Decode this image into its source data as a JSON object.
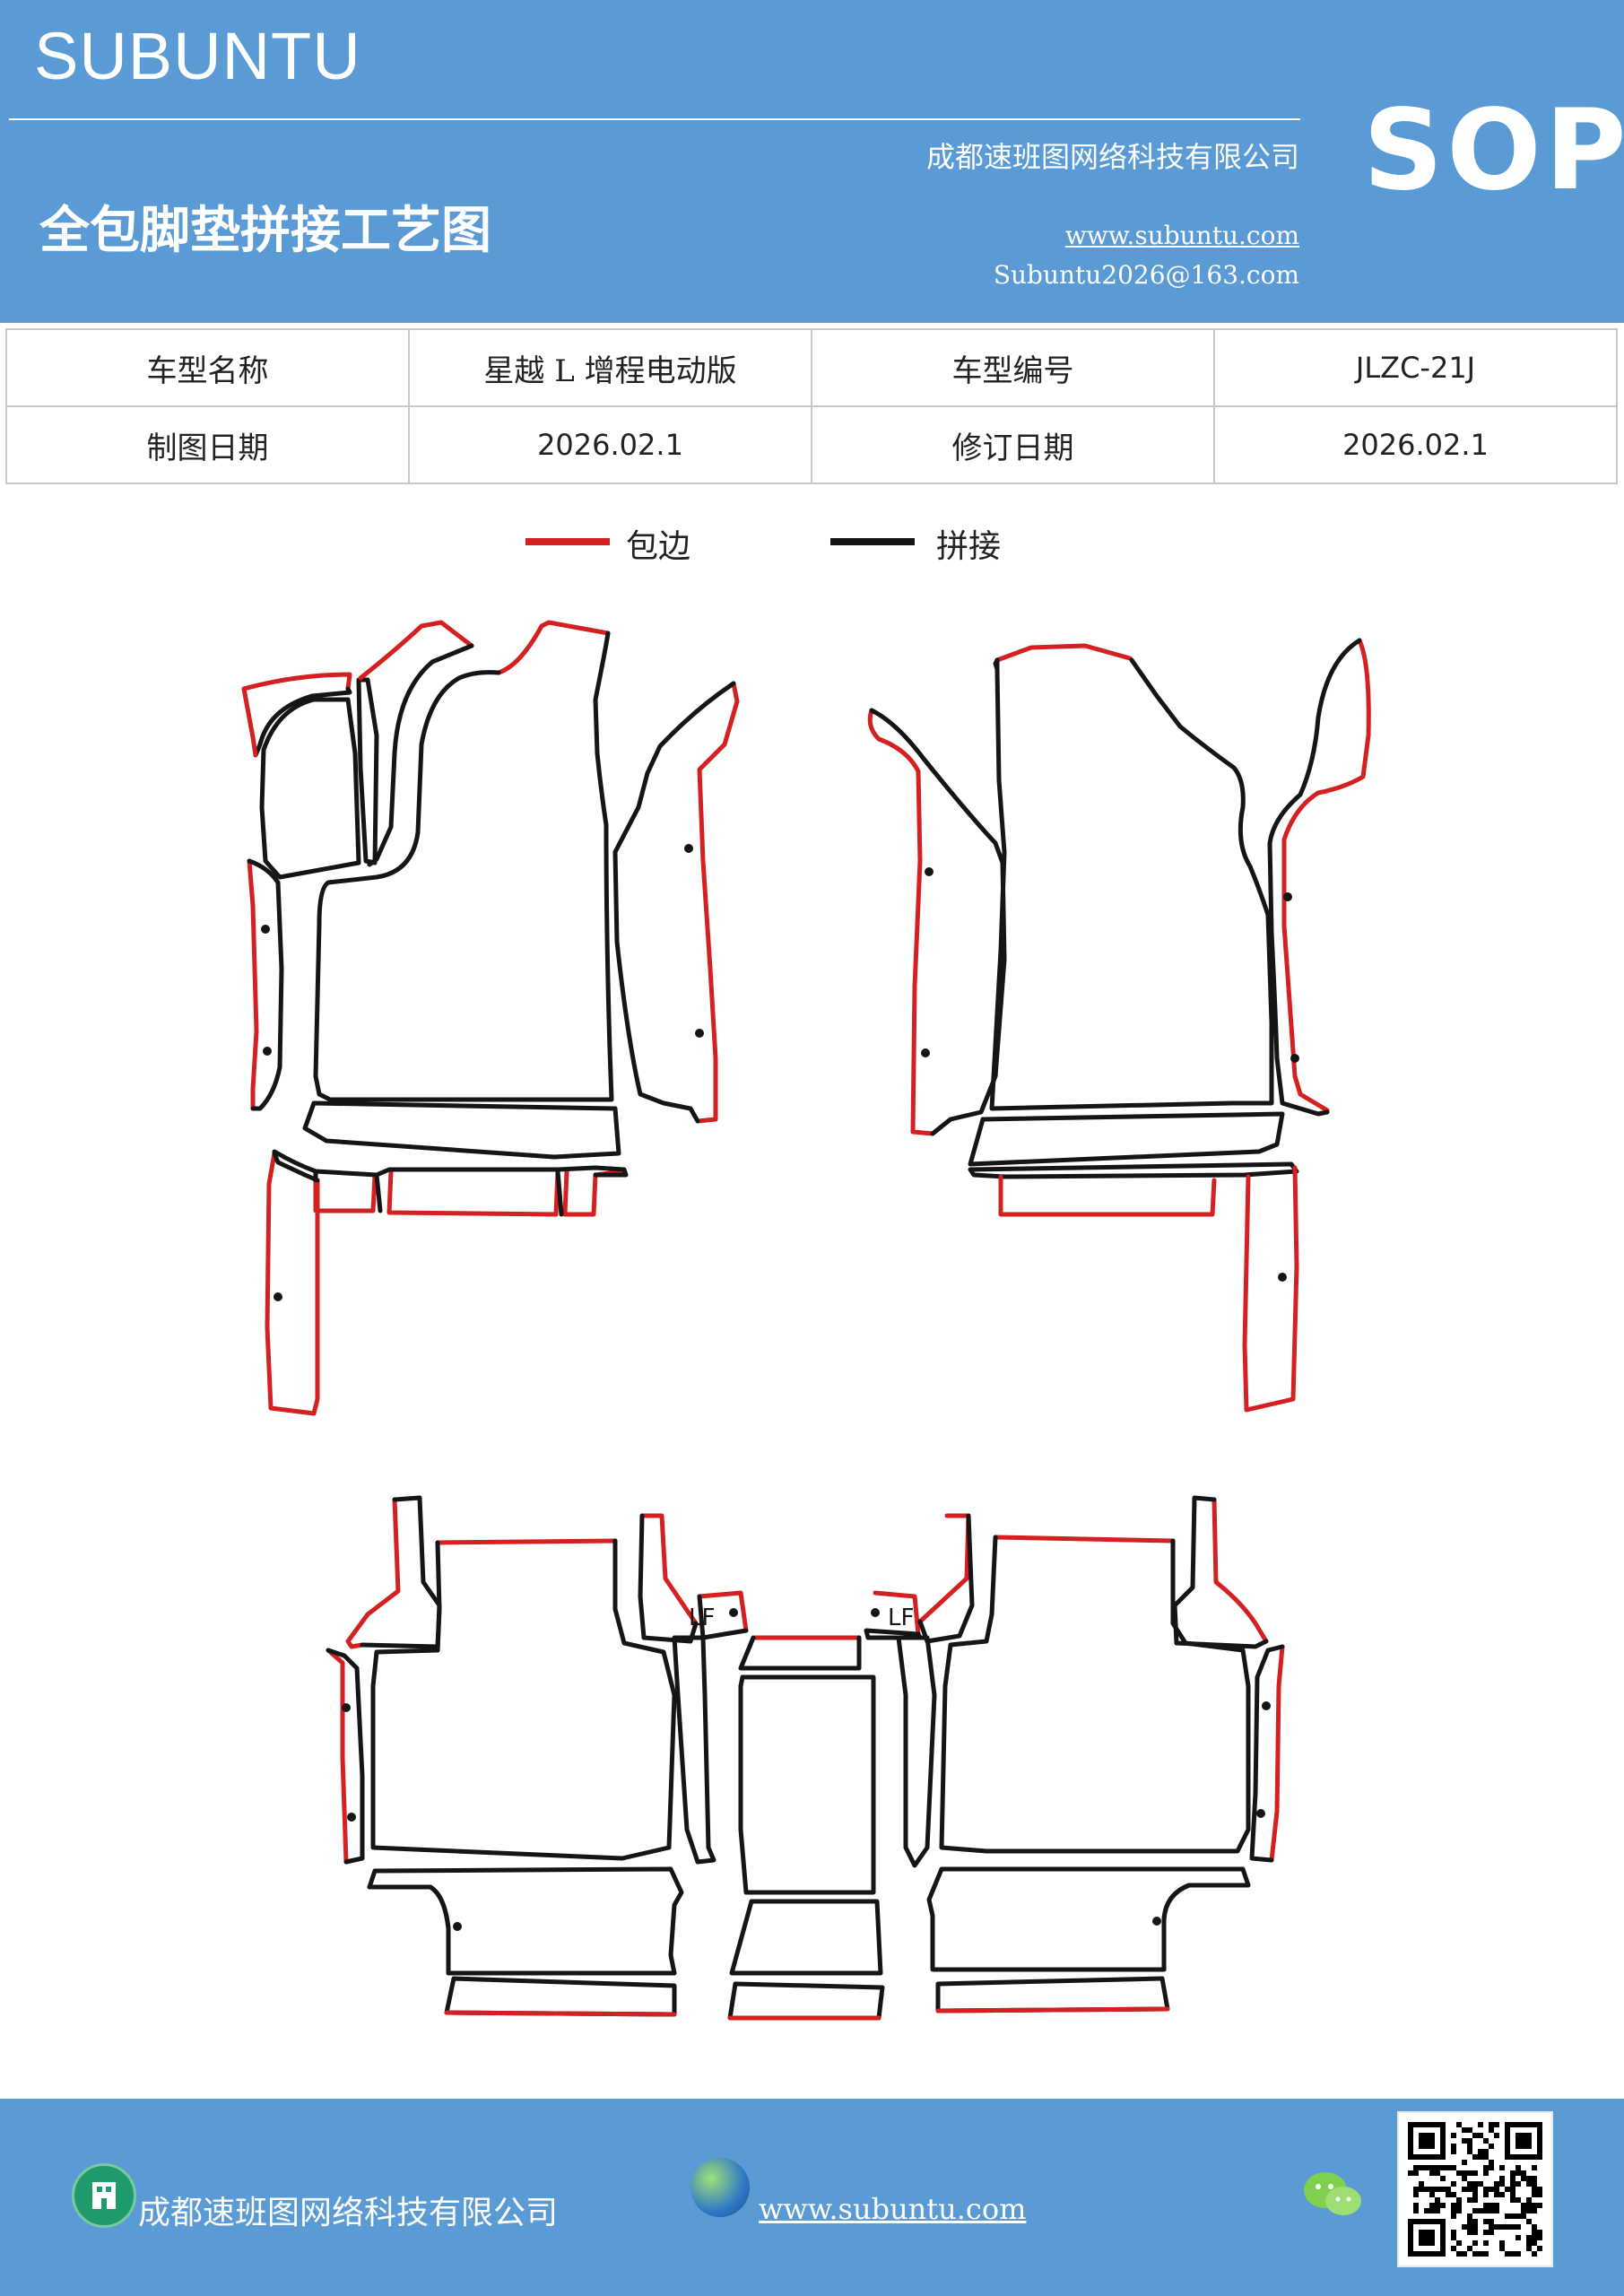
{
  "header": {
    "brand": "SUBUNTU",
    "company": "成都速班图网络科技有限公司",
    "title": "全包脚垫拼接工艺图",
    "website": "www.subuntu.com",
    "email": "Subuntu2026@163.com",
    "sop": "SOP"
  },
  "info_table": {
    "model_name_label": "车型名称",
    "model_name_value": "星越 L 增程电动版",
    "model_code_label": "车型编号",
    "model_code_value": "JLZC-21J",
    "draw_date_label": "制图日期",
    "draw_date_value": "2026.02.1",
    "revise_date_label": "修订日期",
    "revise_date_value": "2026.02.1"
  },
  "legend": {
    "edge_label": "包边",
    "edge_color": "#d42020",
    "seam_label": "拼接",
    "seam_color": "#151515"
  },
  "diagram": {
    "mark_left": "LF",
    "mark_right": "LF"
  },
  "footer": {
    "company": "成都速班图网络科技有限公司",
    "website": "www.subuntu.com"
  },
  "icons": {
    "building": "building-icon",
    "globe": "globe-icon",
    "wechat": "wechat-icon",
    "qr": "qr-code-icon"
  }
}
